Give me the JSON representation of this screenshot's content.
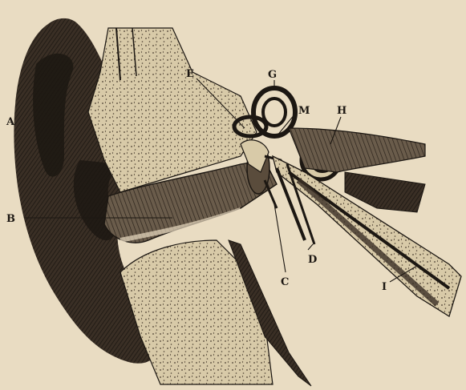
{
  "figure": {
    "style": "engraving",
    "paper_color": "#e9dcc2",
    "ink_color": "#1c1712",
    "bone_color": "#d8caa8",
    "shadow_color": "#3a2f25"
  },
  "labels": {
    "A": "A",
    "B": "B",
    "C": "C",
    "D": "D",
    "E": "E",
    "G": "G",
    "H": "H",
    "I": "I",
    "M": "M"
  }
}
